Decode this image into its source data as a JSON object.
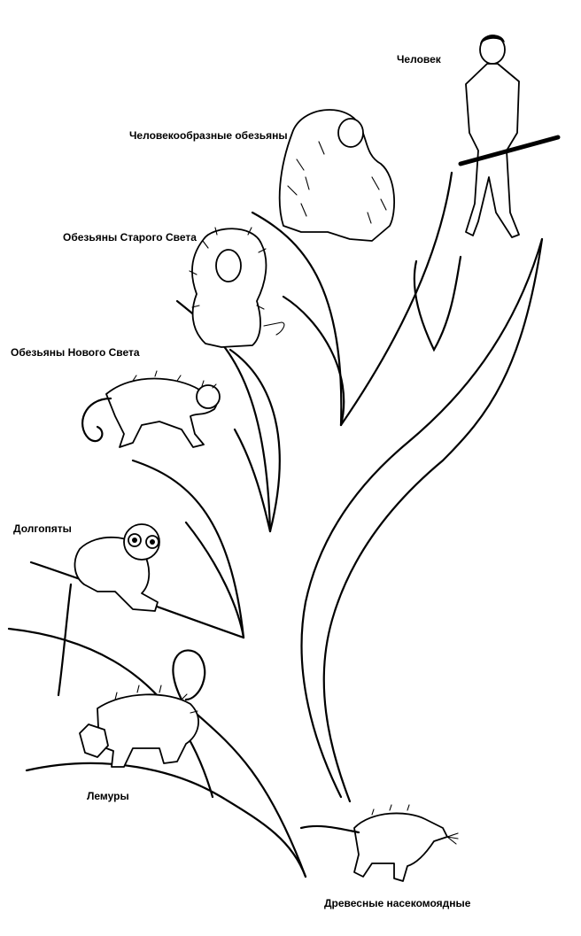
{
  "diagram": {
    "taxa": {
      "human": "Человек",
      "great_apes": "Человекообразные обезьяны",
      "old_world_monkeys": "Обезьяны Старого Света",
      "new_world_monkeys": "Обезьяны Нового Света",
      "tarsiers": "Долгопяты",
      "lemurs": "Лемуры",
      "tree_shrews": "Древесные насекомоядные"
    }
  }
}
